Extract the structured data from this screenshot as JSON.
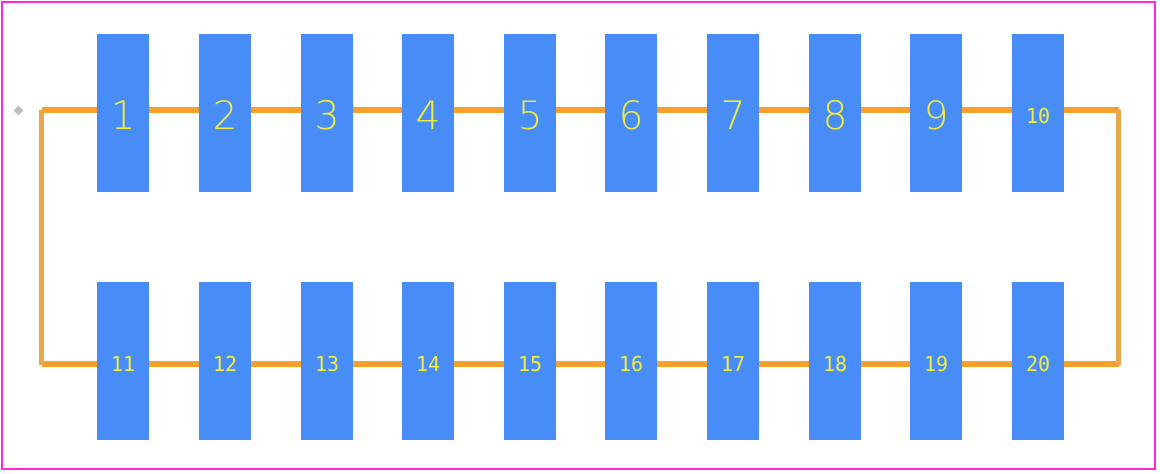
{
  "footprint": {
    "border_color": "#ff26e2",
    "pad_color": "#478cf7",
    "label_color": "#f2ec3e",
    "silkscreen_color": "#f7a12a",
    "origin_marker_color": "#bdbdbd",
    "top_row": [
      "1",
      "2",
      "3",
      "4",
      "5",
      "6",
      "7",
      "8",
      "9",
      "10"
    ],
    "bottom_row": [
      "11",
      "12",
      "13",
      "14",
      "15",
      "16",
      "17",
      "18",
      "19",
      "20"
    ]
  }
}
